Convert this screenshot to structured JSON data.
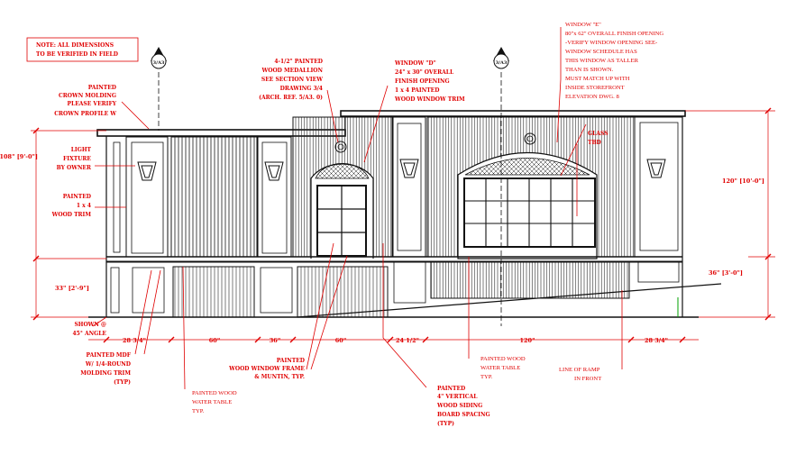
{
  "notes": {
    "dimensions_note": [
      "NOTE: ALL DIMENSIONS",
      "TO BE VERIFIED IN FIELD"
    ]
  },
  "annotations": {
    "crown_molding": [
      "PAINTED",
      "CROWN MOLDING",
      "PLEASE VERIFY",
      "CROWN PROFILE W"
    ],
    "light_fixture": [
      "LIGHT",
      "FIXTURE",
      "BY OWNER"
    ],
    "painted_trim": [
      "PAINTED",
      "1 x 4",
      "WOOD TRIM"
    ],
    "medallion": [
      "4-1/2\" PAINTED",
      "WOOD MEDALLION",
      "SEE SECTION VIEW",
      "DRAWING 3/4",
      "(ARCH. REF. 5/A3. 0)"
    ],
    "window_d": [
      "WINDOW \"D\"",
      "24\" x 30\" OVERALL",
      "FINISH OPENING",
      "1 x 4 PAINTED",
      "WOOD WINDOW TRIM"
    ],
    "window_e": [
      "WINDOW \"E\"",
      "80\"x 62\" OVERALL FINISH OPENING",
      "-VERIFY WINDOW OPENING SEE-",
      "WINDOW SCHEDULE HAS",
      "THIS WINDOW AS TALLER",
      "THAN IS SHOWN.",
      "MUST MATCH UP WITH",
      "INSIDE STOREFRONT",
      "ELEVATION DWG. 8"
    ],
    "glass": [
      "GLASS",
      "TBD"
    ],
    "shown_angle": [
      "SHOWN @",
      "45° ANGLE"
    ],
    "painted_mdf": [
      "PAINTED MDF",
      "W/ 1/4-ROUND",
      "MOLDING TRIM",
      "(TYP)"
    ],
    "water_table_left": [
      "PAINTED WOOD",
      "WATER TABLE",
      "TYP."
    ],
    "window_frame": [
      "PAINTED",
      "WOOD WINDOW FRAME",
      "& MUNTIN, TYP."
    ],
    "vertical_siding": [
      "PAINTED",
      "4\" VERTICAL",
      "WOOD SIDING",
      "BOARD SPACING",
      "(TYP)"
    ],
    "water_table_right": [
      "PAINTED WOOD",
      "WATER TABLE",
      "TYP."
    ],
    "ramp": [
      "LINE OF RAMP",
      "IN FRONT"
    ]
  },
  "dimensions": {
    "overall_left": "108\" [9'-0\"]",
    "lower_left": "33\" [2'-9\"]",
    "overall_right": "120\" [10'-0\"]",
    "lower_right": "36\" [3'-0\"]",
    "bottom": [
      "28 3/4\"",
      "60\"",
      "36\"",
      "60\"",
      "24 1/2\"",
      "120\"",
      "28 3/4\""
    ]
  },
  "symbols": {
    "section_marker_left": "3/A3",
    "section_marker_right": "3/A3"
  },
  "colors": {
    "annotation": "#e00000",
    "linework": "#111111",
    "ground_accent": "#00a000"
  }
}
